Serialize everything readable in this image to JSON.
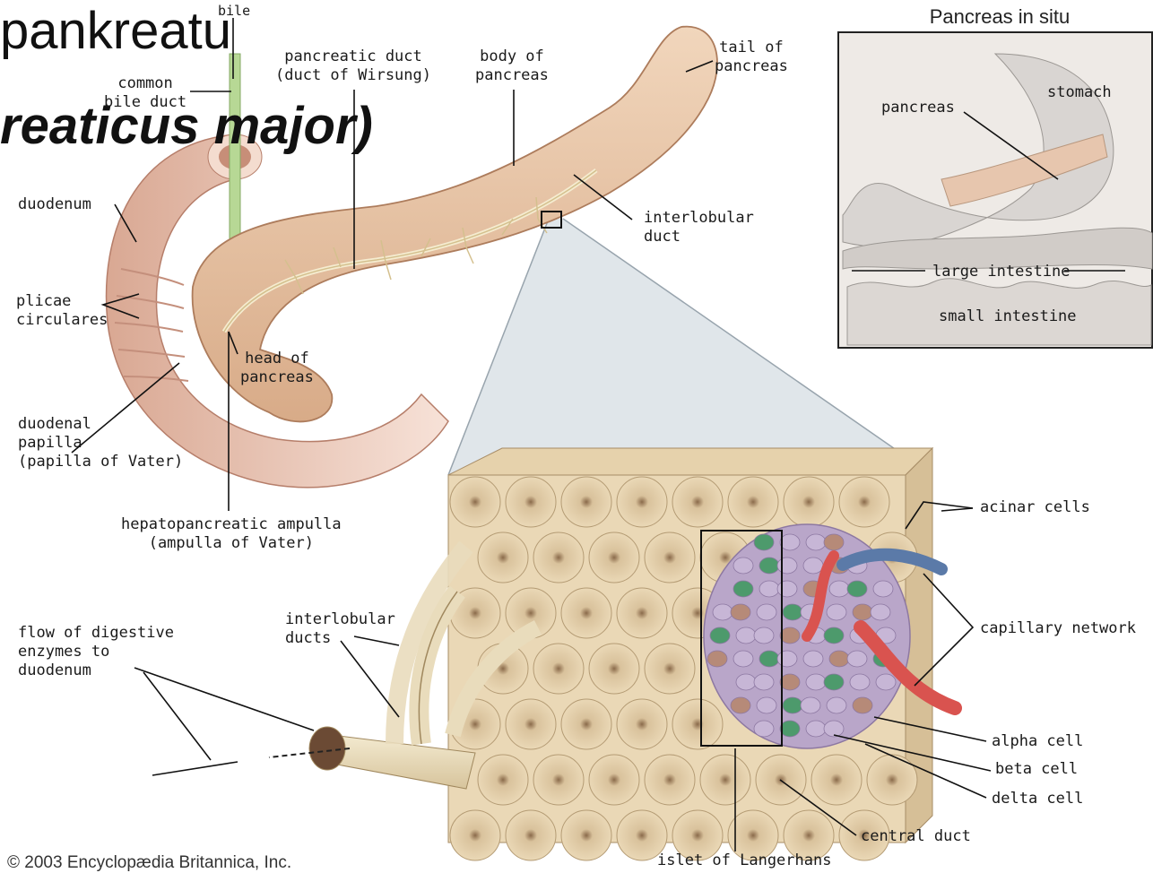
{
  "slide": {
    "title_line1": "pankreatu",
    "title_line2": "reaticus major)"
  },
  "inset": {
    "title": "Pancreas in situ",
    "labels": {
      "pancreas": "pancreas",
      "stomach": "stomach",
      "large_intestine": "large intestine",
      "small_intestine": "small intestine"
    }
  },
  "labels": {
    "bile": "bile",
    "common_bile_duct": "common\nbile duct",
    "pancreatic_duct": "pancreatic duct\n(duct of Wirsung)",
    "body_of_pancreas": "body of\npancreas",
    "tail_of_pancreas": "tail of\npancreas",
    "duodenum": "duodenum",
    "interlobular_duct": "interlobular\nduct",
    "plicae_circulares": "plicae\ncirculares",
    "head_of_pancreas": "head of\npancreas",
    "duodenal_papilla": "duodenal\npapilla\n(papilla of Vater)",
    "hepatopancreatic_ampulla": "hepatopancreatic ampulla\n(ampulla of Vater)",
    "acinar_cells": "acinar cells",
    "interlobular_ducts": "interlobular\nducts",
    "flow_of_enzymes": "flow of digestive\nenzymes to\nduodenum",
    "capillary_network": "capillary network",
    "alpha_cell": "alpha cell",
    "beta_cell": "beta cell",
    "delta_cell": "delta cell",
    "central_duct": "central duct",
    "islet_of_langerhans": "islet of Langerhans"
  },
  "copyright": "© 2003 Encyclopædia Britannica, Inc.",
  "colors": {
    "pancreas": "#e6c4a6",
    "duodenum": "#f0cfc2",
    "tissue": "#e7d4b2",
    "islet": "#b9a6c9",
    "alpha_cell": "#4d9a6c",
    "beta_cell": "#b68a78",
    "capillary_red": "#d9534f",
    "capillary_blue": "#5b7aa8",
    "bile_green": "#a8d08a"
  }
}
